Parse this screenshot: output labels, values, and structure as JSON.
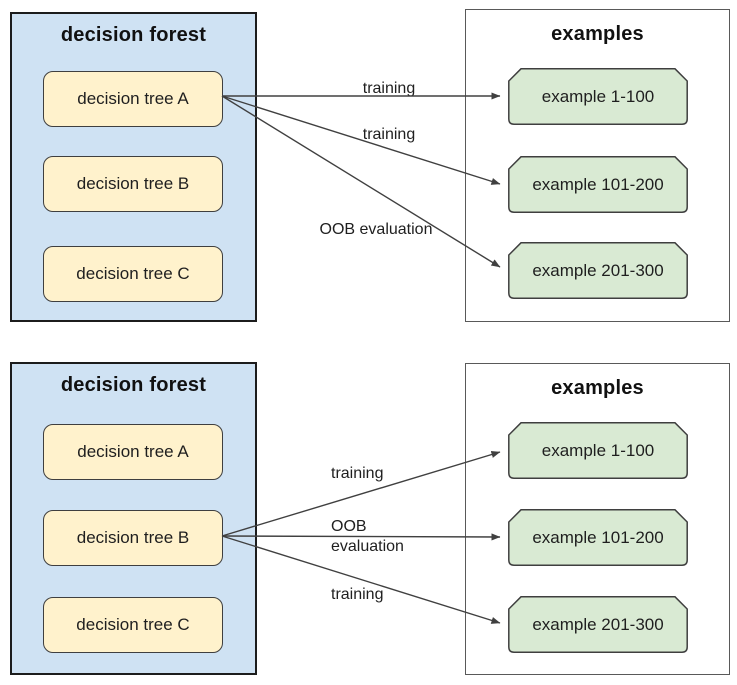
{
  "colors": {
    "forest_fill": "#cfe2f3",
    "tree_fill": "#fff2cc",
    "example_fill": "#d9ead3",
    "arrow_color": "#404040"
  },
  "diagrams": [
    {
      "forest_title": "decision forest",
      "examples_title": "examples",
      "trees": [
        {
          "label": "decision tree A"
        },
        {
          "label": "decision tree B"
        },
        {
          "label": "decision tree C"
        }
      ],
      "examples": [
        {
          "label": "example 1-100"
        },
        {
          "label": "example 101-200"
        },
        {
          "label": "example 201-300"
        }
      ],
      "arrows": [
        {
          "source": "decision tree A",
          "target": "example 1-100",
          "label": "training"
        },
        {
          "source": "decision tree A",
          "target": "example 101-200",
          "label": "training"
        },
        {
          "source": "decision tree A",
          "target": "example 201-300",
          "label": "OOB evaluation"
        }
      ]
    },
    {
      "forest_title": "decision forest",
      "examples_title": "examples",
      "trees": [
        {
          "label": "decision tree A"
        },
        {
          "label": "decision tree B"
        },
        {
          "label": "decision tree C"
        }
      ],
      "examples": [
        {
          "label": "example 1-100"
        },
        {
          "label": "example 101-200"
        },
        {
          "label": "example 201-300"
        }
      ],
      "arrows": [
        {
          "source": "decision tree B",
          "target": "example 1-100",
          "label": "training"
        },
        {
          "source": "decision tree B",
          "target": "example 101-200",
          "label": "OOB evaluation"
        },
        {
          "source": "decision tree B",
          "target": "example 201-300",
          "label": "training"
        }
      ]
    }
  ]
}
